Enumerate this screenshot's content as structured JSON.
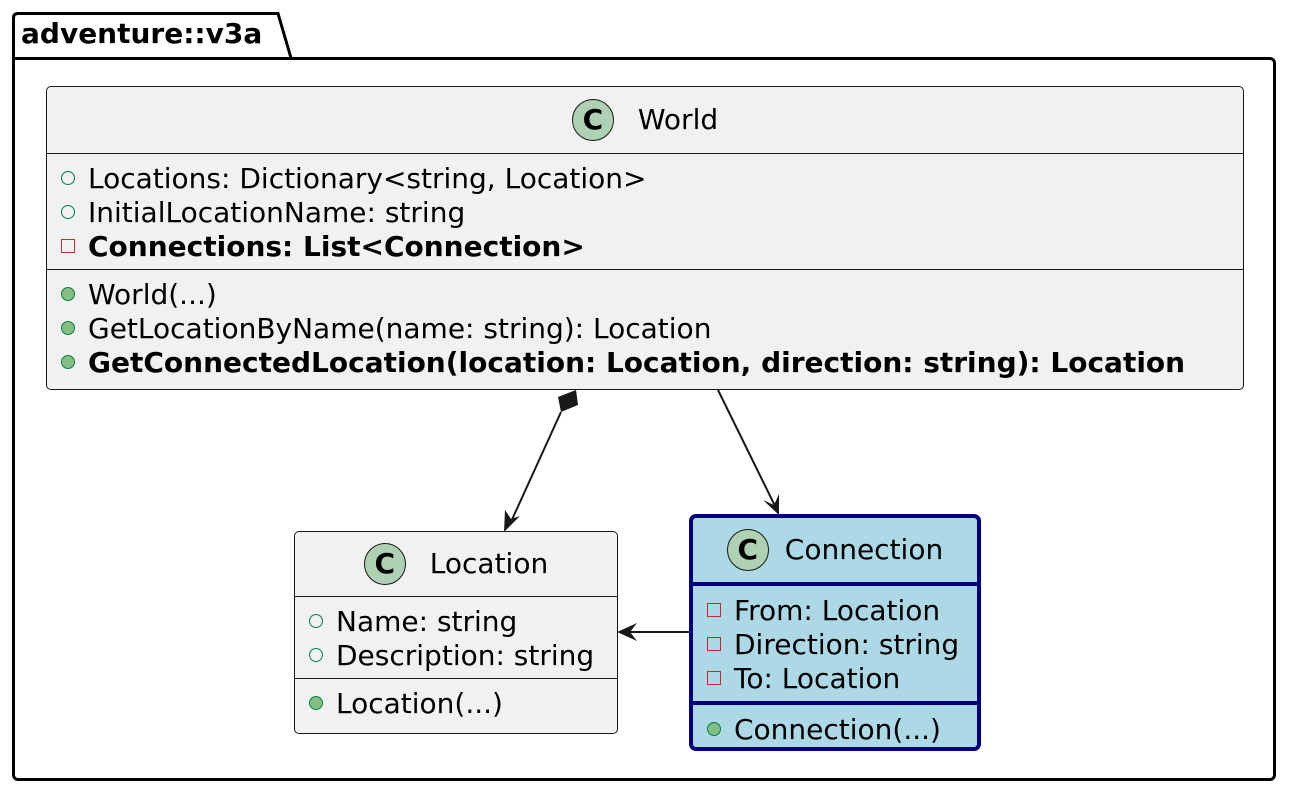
{
  "package": {
    "name": "adventure::v3a"
  },
  "classes": {
    "world": {
      "name": "World",
      "icon": "C",
      "fields": [
        {
          "visibility": "public",
          "text": "Locations: Dictionary<string, Location>"
        },
        {
          "visibility": "public",
          "text": "InitialLocationName: string"
        },
        {
          "visibility": "private",
          "text": "Connections: List<Connection>",
          "bold": true
        }
      ],
      "methods": [
        {
          "visibility": "public",
          "text": "World(...)"
        },
        {
          "visibility": "public",
          "text": "GetLocationByName(name: string): Location"
        },
        {
          "visibility": "public",
          "text": "GetConnectedLocation(location: Location, direction: string): Location",
          "bold": true
        }
      ]
    },
    "location": {
      "name": "Location",
      "icon": "C",
      "fields": [
        {
          "visibility": "public",
          "text": "Name: string"
        },
        {
          "visibility": "public",
          "text": "Description: string"
        }
      ],
      "methods": [
        {
          "visibility": "public",
          "text": "Location(...)"
        }
      ]
    },
    "connection": {
      "name": "Connection",
      "icon": "C",
      "highlight_color": "#add8e6",
      "border_color": "#000080",
      "fields": [
        {
          "visibility": "private",
          "text": "From: Location"
        },
        {
          "visibility": "private",
          "text": "Direction: string"
        },
        {
          "visibility": "private",
          "text": "To: Location"
        }
      ],
      "methods": [
        {
          "visibility": "public",
          "text": "Connection(...)"
        }
      ]
    }
  },
  "relations": [
    {
      "from": "World",
      "to": "Location",
      "type": "composition"
    },
    {
      "from": "World",
      "to": "Connection",
      "type": "association"
    },
    {
      "from": "Connection",
      "to": "Location",
      "type": "association"
    }
  ]
}
